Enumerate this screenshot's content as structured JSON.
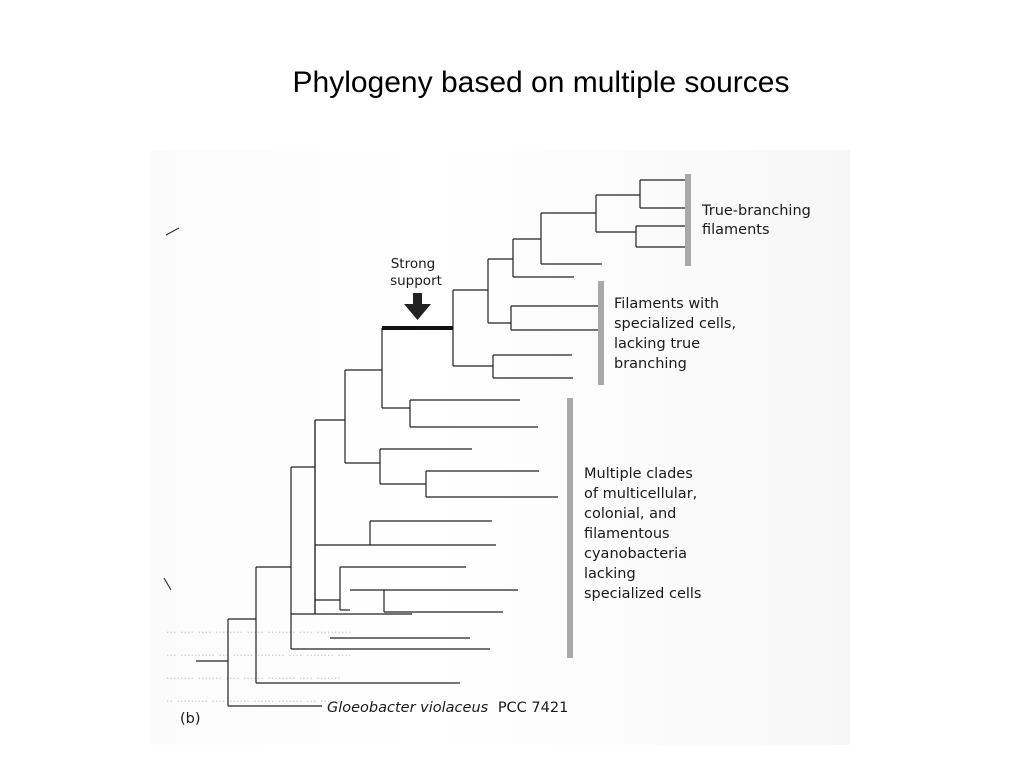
{
  "slide": {
    "title": "Phylogeny based on multiple sources"
  },
  "figure": {
    "panel_label": "(b)",
    "support_label_line1": "Strong",
    "support_label_line2": "support",
    "clades": [
      {
        "lines": [
          "True-branching",
          "filaments"
        ]
      },
      {
        "lines": [
          "Filaments with",
          "specialized cells,",
          "lacking true",
          "branching"
        ]
      },
      {
        "lines": [
          "Multiple clades",
          "of multicellular,",
          "colonial, and",
          "filamentous",
          "cyanobacteria",
          "lacking",
          "specialized cells"
        ]
      }
    ],
    "outgroup_italic": "Gloeobacter violaceus",
    "outgroup_strain": "PCC 7421"
  }
}
